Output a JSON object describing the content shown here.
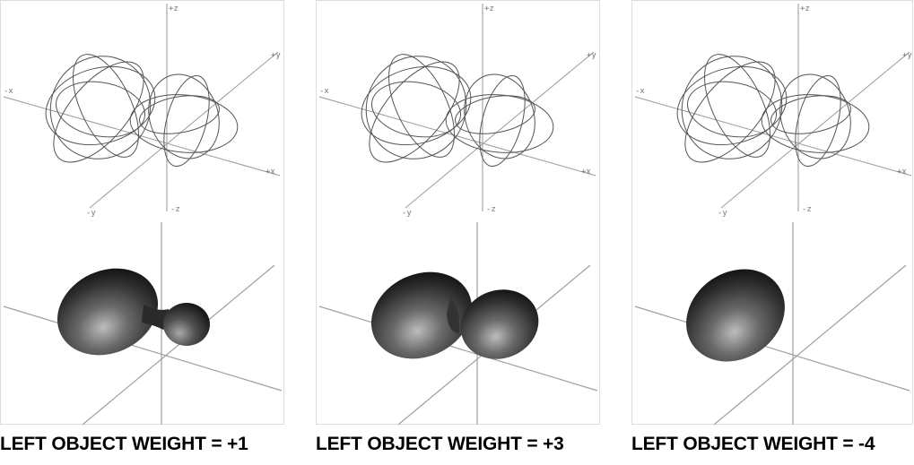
{
  "panels": [
    {
      "caption": "LEFT OBJECT WEIGHT = +1",
      "top_axis_labels": {
        "z_pos": "+z",
        "z_neg": "-z",
        "x_pos": "+x",
        "x_neg": "-x",
        "y_pos": "+y",
        "y_neg": "-y"
      },
      "left_object_weight": 1
    },
    {
      "caption": "LEFT OBJECT WEIGHT = +3",
      "top_axis_labels": {
        "z_pos": "+z",
        "z_neg": "-z",
        "x_pos": "+x",
        "x_neg": "-x",
        "y_pos": "+y",
        "y_neg": "-y"
      },
      "left_object_weight": 3
    },
    {
      "caption": "LEFT OBJECT WEIGHT = -4",
      "top_axis_labels": {
        "z_pos": "+z",
        "z_neg": "-z",
        "x_pos": "+x",
        "x_neg": "-x",
        "y_pos": "+y",
        "y_neg": "-y"
      },
      "left_object_weight": -4
    }
  ]
}
